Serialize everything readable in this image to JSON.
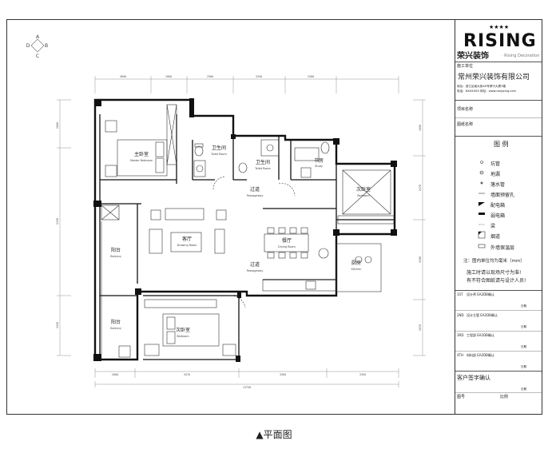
{
  "compass": {
    "a": "A",
    "b": "B",
    "c": "C",
    "d": "D"
  },
  "rooms": {
    "master_bedroom": {
      "cn": "主卧室",
      "en": "Master Bedroom"
    },
    "toilet1": {
      "cn": "卫生间",
      "en": "Toilet Room"
    },
    "toilet2": {
      "cn": "卫生间",
      "en": "Toilet Room"
    },
    "study": {
      "cn": "书房",
      "en": "Study"
    },
    "second_bedroom_right": {
      "cn": "次卧室",
      "en": "Bedroom"
    },
    "passageway_top": {
      "cn": "过道",
      "en": "Passageway"
    },
    "living": {
      "cn": "客厅",
      "en": "Drawing Room"
    },
    "dining": {
      "cn": "餐厅",
      "en": "Dining Room"
    },
    "balcony_top": {
      "cn": "阳台",
      "en": "Balcony"
    },
    "passageway_mid": {
      "cn": "过道",
      "en": "Passageway"
    },
    "kitchen": {
      "cn": "厨房",
      "en": "Kitchen"
    },
    "balcony_bottom": {
      "cn": "阳台",
      "en": "Balcony"
    },
    "second_bedroom_bottom": {
      "cn": "次卧室",
      "en": "Bedroom"
    }
  },
  "dims": {
    "top": [
      "3600",
      "1800",
      "2900",
      "3250",
      "3300"
    ],
    "bottom_segments": [
      "2600",
      "4570",
      "3260",
      "3350"
    ],
    "bottom_total": "13750",
    "left": [
      "2600",
      "5290",
      "3450"
    ],
    "right": [
      "1690",
      "2470",
      "3200",
      "2070"
    ]
  },
  "titleblock": {
    "brand": "RISING",
    "brand_cn": "荣兴装饰",
    "tagline": "· Rising Decoration",
    "construction_unit_label": "施工单位",
    "company": "常州荣兴装饰有限公司",
    "address": "地址：浙江区南大街XX号荣兴大厦3楼",
    "contact": "电话：8XXXXXX  网址：www.rongxing.com",
    "project_name_label": "项目名称",
    "drawing_name_label": "图纸名称",
    "legend_title": "图 例",
    "legend": [
      {
        "icon": "outlet-icon",
        "label": "坑管"
      },
      {
        "icon": "floor-drain-icon",
        "label": "地漏"
      },
      {
        "icon": "drain-pipe-icon",
        "label": "落水管"
      },
      {
        "icon": "wall-reserved-hole-icon",
        "label": "墙面预留孔"
      },
      {
        "icon": "distribution-box-icon",
        "label": "配电箱"
      },
      {
        "icon": "weak-box-icon",
        "label": "弱电箱"
      },
      {
        "icon": "beam-icon",
        "label": "梁"
      },
      {
        "icon": "flue-icon",
        "label": "烟道"
      },
      {
        "icon": "insulation-layer-icon",
        "label": "外墙保温层"
      }
    ],
    "note1": "注：图内单位均为毫米（mm）",
    "note2": "施工时请以现场尺寸为准!",
    "note3": "有不符合图纸请与设计人员!",
    "sign_rows": [
      {
        "num": "1ST",
        "text": "设计师 EA2DB确认"
      },
      {
        "num": "2ND",
        "text": "设计主管 EA2DB确认"
      },
      {
        "num": "3RD",
        "text": "工程部 EA2DB确认"
      },
      {
        "num": "4TH",
        "text": "材料部 EA2DB确认"
      }
    ],
    "date_label": "日期",
    "client_confirm": "客户签字确认",
    "drawing_no_label": "图号",
    "ratio_label": "比例"
  },
  "caption": "▲平面图"
}
